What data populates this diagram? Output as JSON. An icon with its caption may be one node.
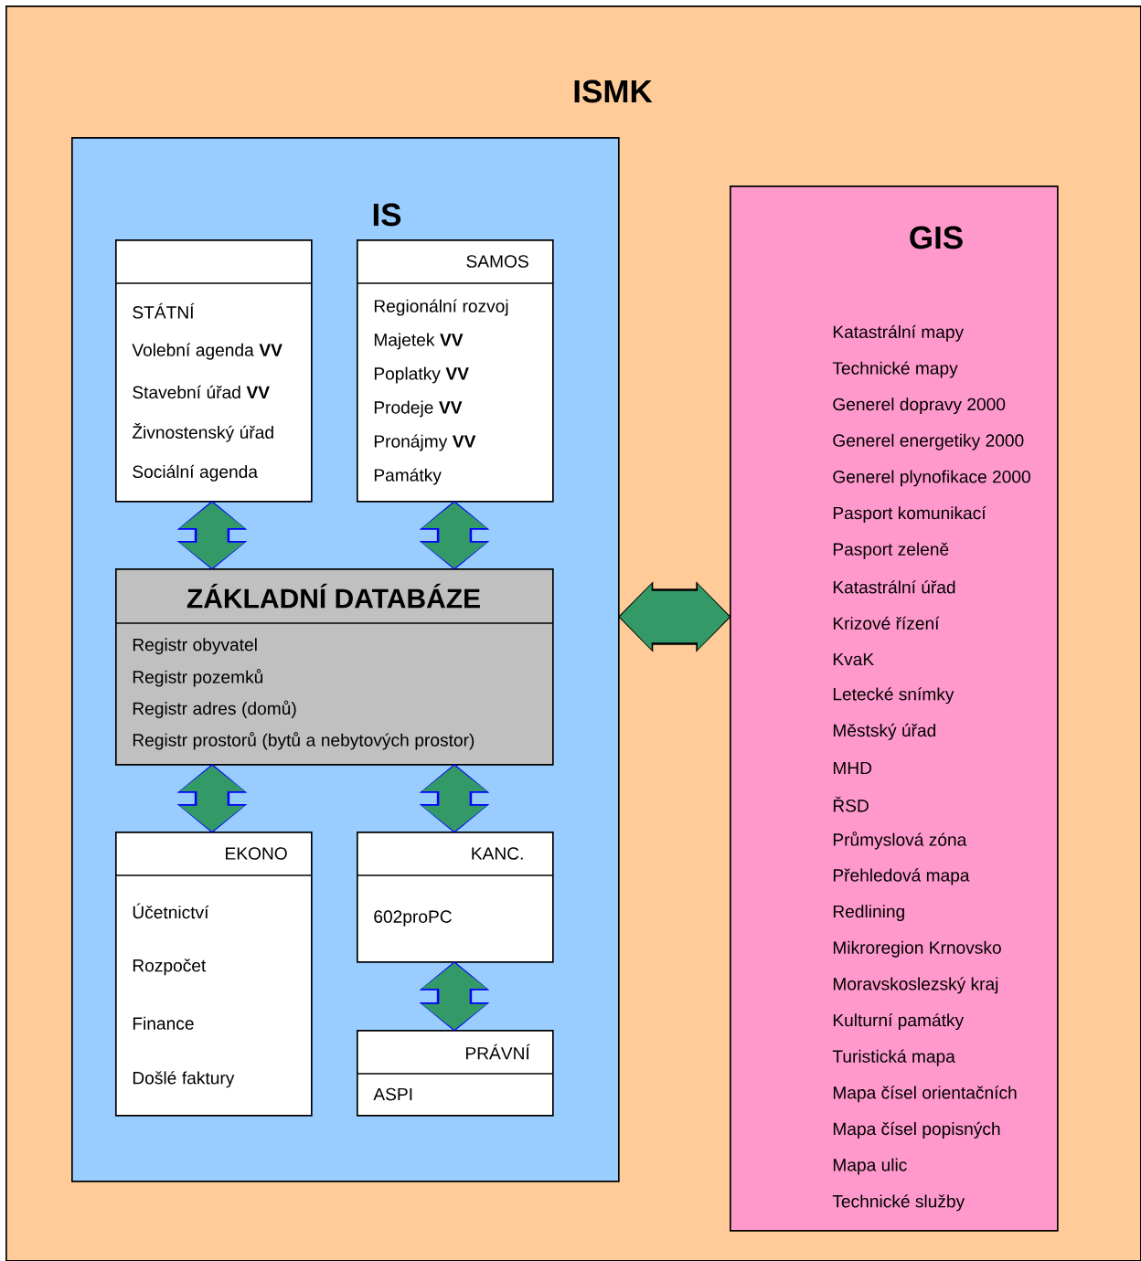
{
  "diagram": {
    "nodes": [
      {
        "text": [
          "ISMK"
        ]
      },
      {
        "text": [
          "IS"
        ],
        "in": 0
      },
      {
        "text": [
          "STÁTNÍ",
          "Volební agenda **VV**",
          "Stavební úřad **VV**",
          "Živnostenský úřad",
          "Sociální agenda"
        ],
        "in": 1
      },
      {
        "text": [
          "SAMOS",
          "Regionální rozvoj",
          "Majetek **VV**",
          "Poplatky **VV**",
          "Prodeje **VV**",
          "Pronájmy **VV**",
          "Památky"
        ],
        "in": 1
      },
      {
        "text": [
          "ZÁKLADNÍ DATABÁZE",
          "Registr obyvatel",
          "Registr pozemků",
          "Registr adres (domů)",
          "Registr prostorů (bytů a nebytových prostor)"
        ],
        "in": 1
      },
      {
        "text": [
          "EKONO",
          "Účetnictví",
          "Rozpočet",
          "Finance",
          "Došlé faktury"
        ],
        "in": 1
      },
      {
        "text": [
          "KANC.",
          "602proPC"
        ],
        "in": 1
      },
      {
        "text": [
          "PRÁVNÍ",
          "ASPI"
        ],
        "in": 1
      },
      {
        "text": [
          "GIS",
          "Katastrální mapy",
          "Technické mapy",
          "Generel dopravy 2000",
          "Generel energetiky 2000",
          "Generel plynofikace 2000",
          "Pasport komunikací",
          "Pasport zeleně",
          "Katastrální úřad",
          "Krizové řízení",
          "KvaK",
          "Letecké snímky",
          "Městský úřad",
          "MHD",
          "ŘSD",
          "Průmyslová zóna",
          "Přehledová mapa",
          "Redlining",
          "Mikroregion Krnovsko",
          "Moravskoslezský kraj",
          "Kulturní památky",
          "Turistická mapa",
          "Mapa čísel orientačních",
          "Mapa čísel popisných",
          "Mapa ulic",
          "Technické služby"
        ],
        "in": 0
      }
    ],
    "edges": [
      {
        "from": 2,
        "to": 4,
        "arrow": "both"
      },
      {
        "from": 3,
        "to": 4,
        "arrow": "both"
      },
      {
        "from": 4,
        "to": 5,
        "arrow": "both"
      },
      {
        "from": 4,
        "to": 6,
        "arrow": "both"
      },
      {
        "from": 6,
        "to": 7,
        "arrow": "both"
      },
      {
        "from": 1,
        "to": 8,
        "arrow": "both"
      }
    ]
  }
}
